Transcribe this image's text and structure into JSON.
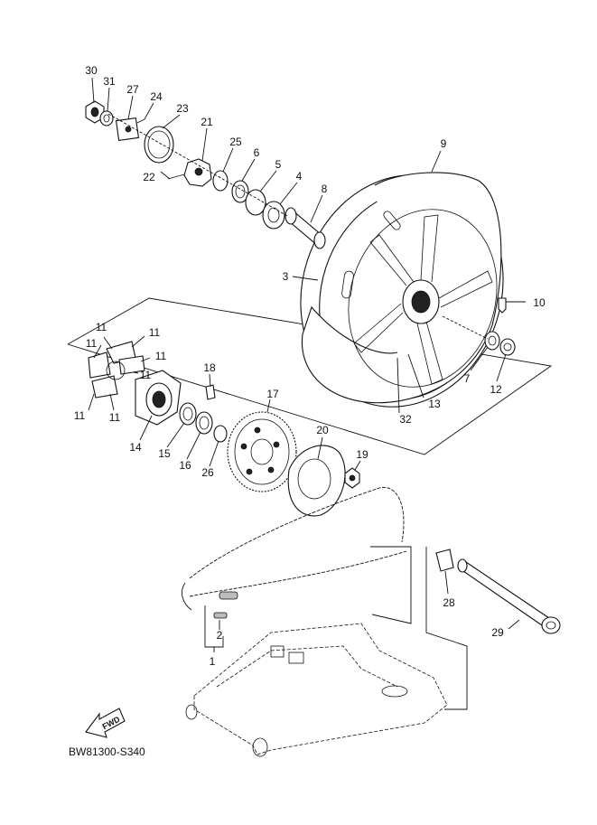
{
  "diagram": {
    "drawing_code": "BW81300-S340",
    "fwd_label": "FWD",
    "callouts": [
      "30",
      "31",
      "27",
      "24",
      "23",
      "21",
      "25",
      "6",
      "5",
      "4",
      "8",
      "9",
      "22",
      "3",
      "10",
      "11",
      "11",
      "11",
      "11",
      "11",
      "11",
      "11",
      "7",
      "12",
      "18",
      "17",
      "13",
      "32",
      "14",
      "15",
      "16",
      "26",
      "20",
      "19",
      "28",
      "2",
      "29",
      "1"
    ]
  }
}
